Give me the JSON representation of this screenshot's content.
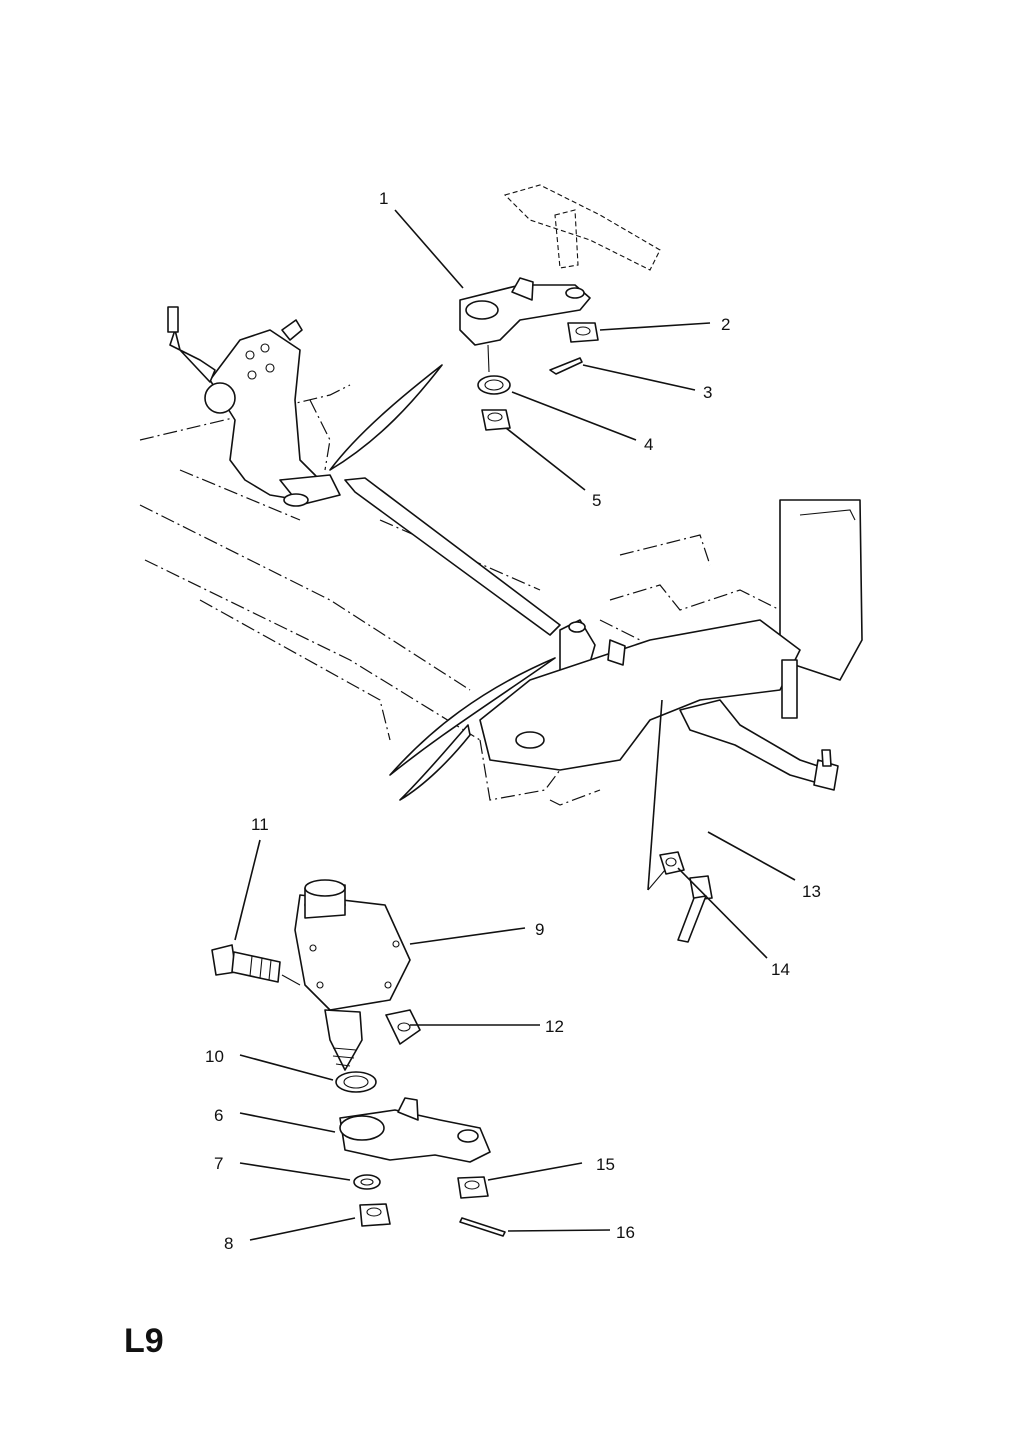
{
  "page_code": "L9",
  "callouts": [
    {
      "id": "1",
      "text": "1"
    },
    {
      "id": "2",
      "text": "2"
    },
    {
      "id": "3",
      "text": "3"
    },
    {
      "id": "4",
      "text": "4"
    },
    {
      "id": "5",
      "text": "5"
    },
    {
      "id": "6",
      "text": "6"
    },
    {
      "id": "7",
      "text": "7"
    },
    {
      "id": "8",
      "text": "8"
    },
    {
      "id": "9",
      "text": "9"
    },
    {
      "id": "10",
      "text": "10"
    },
    {
      "id": "11",
      "text": "11"
    },
    {
      "id": "12",
      "text": "12"
    },
    {
      "id": "13",
      "text": "13"
    },
    {
      "id": "14",
      "text": "14"
    },
    {
      "id": "15",
      "text": "15"
    },
    {
      "id": "16",
      "text": "16"
    }
  ]
}
